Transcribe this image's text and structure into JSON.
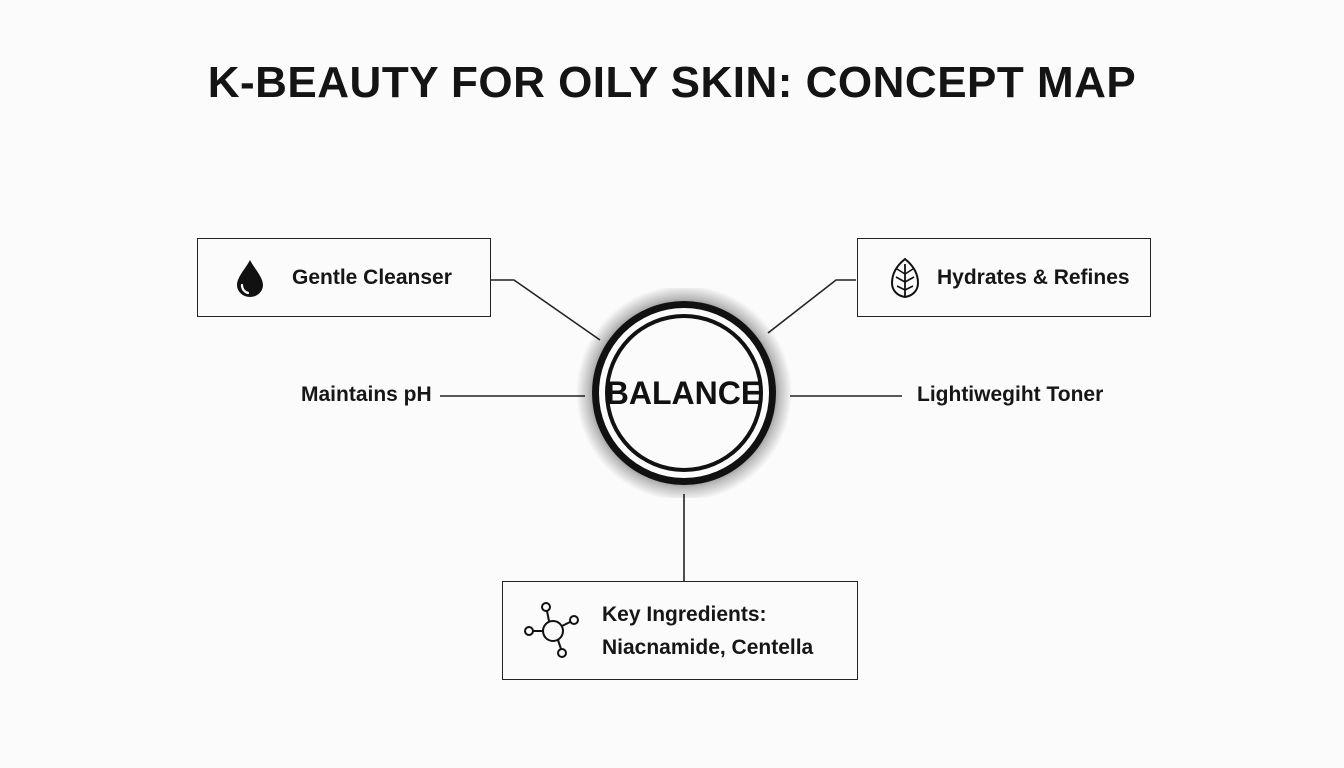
{
  "title": "K-BEAUTY FOR OILY SKIN: CONCEPT MAP",
  "hub": {
    "label": "BALANCE"
  },
  "nodes": {
    "gentle_cleanser": {
      "label": "Gentle Cleanser",
      "icon": "water-drop-icon"
    },
    "hydrates_refines": {
      "label": "Hydrates & Refines",
      "icon": "leaf-icon"
    },
    "maintains_ph": {
      "label": "Maintains pH"
    },
    "lightweight_toner": {
      "label": "Lightiwegiht Toner"
    },
    "key_ingredients": {
      "line1": "Key Ingredients:",
      "line2": "Niacnamide, Centella",
      "icon": "molecule-icon"
    }
  },
  "colors": {
    "background": "#fbfbfb",
    "ink": "#111111"
  }
}
